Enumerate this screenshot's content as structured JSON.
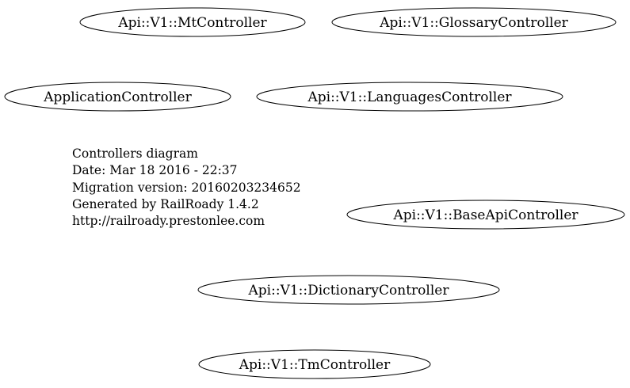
{
  "nodes": [
    {
      "id": "mt",
      "label": "Api::V1::MtController"
    },
    {
      "id": "glossary",
      "label": "Api::V1::GlossaryController"
    },
    {
      "id": "application",
      "label": "ApplicationController"
    },
    {
      "id": "languages",
      "label": "Api::V1::LanguagesController"
    },
    {
      "id": "baseapi",
      "label": "Api::V1::BaseApiController"
    },
    {
      "id": "dictionary",
      "label": "Api::V1::DictionaryController"
    },
    {
      "id": "tm",
      "label": "Api::V1::TmController"
    }
  ],
  "info": {
    "lines": [
      "Controllers diagram",
      "Date: Mar 18 2016 - 22:37",
      "Migration version: 20160203234652",
      "Generated by RailRoady 1.4.2",
      "http://railroady.prestonlee.com"
    ]
  }
}
